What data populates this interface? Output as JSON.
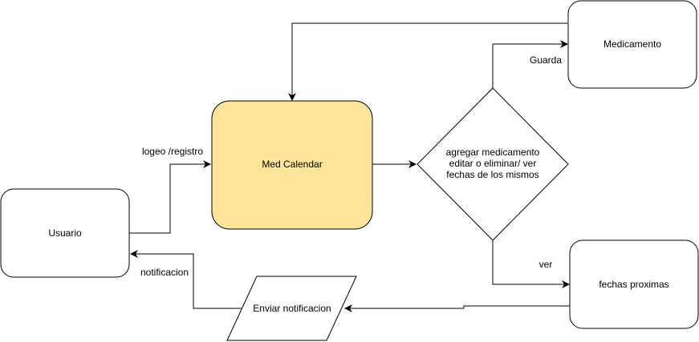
{
  "nodes": {
    "usuario": "Usuario",
    "med_calendar": "Med Calendar",
    "decision": [
      "agregar medicamento",
      "editar o eliminar/ ver",
      "fechas de los mismos"
    ],
    "medicamento": "Medicamento",
    "fechas_proximas": "fechas proximas",
    "enviar_notificacion": "Enviar notificacion"
  },
  "edges": {
    "login": "logeo /registro",
    "guarda": "Guarda",
    "ver": "ver",
    "notificacion": "notificacion"
  },
  "colors": {
    "med_calendar_fill": "#FFE599",
    "med_calendar_stroke": "#000000",
    "default_fill": "#FFFFFF",
    "stroke": "#000000"
  }
}
